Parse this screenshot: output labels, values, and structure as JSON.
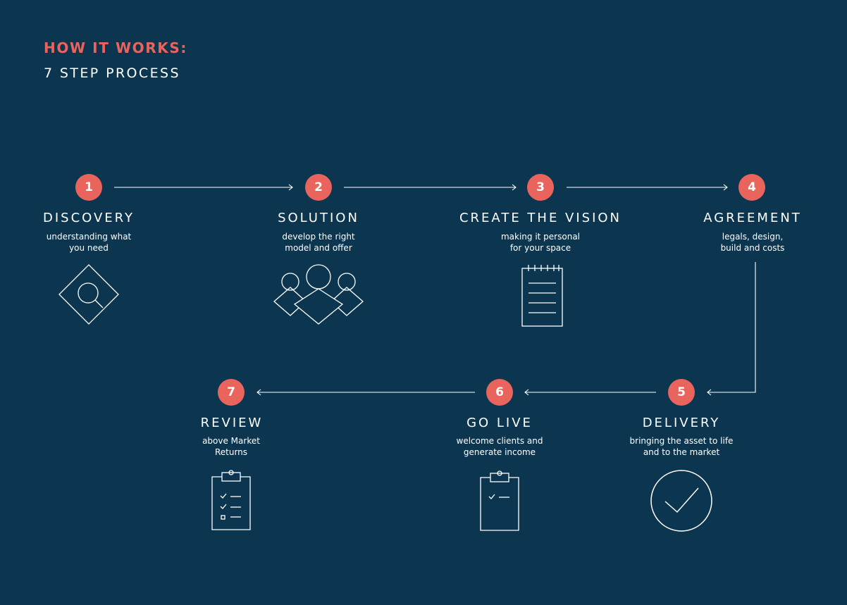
{
  "header": {
    "kicker": "HOW IT WORKS:",
    "title": "7 STEP PROCESS"
  },
  "colors": {
    "background": "#0c3650",
    "accent": "#e9645d",
    "line": "#ffffff"
  },
  "steps": [
    {
      "number": "1",
      "title": "DISCOVERY",
      "description": "understanding what\nyou need",
      "icon": "magnifier-diamond-icon"
    },
    {
      "number": "2",
      "title": "SOLUTION",
      "description": "develop the right\nmodel and offer",
      "icon": "people-group-icon"
    },
    {
      "number": "3",
      "title": "CREATE THE VISION",
      "description": "making it personal\nfor your space",
      "icon": "notepad-icon"
    },
    {
      "number": "4",
      "title": "AGREEMENT",
      "description": "legals, design,\nbuild and costs",
      "icon": "connector-arrow-icon"
    },
    {
      "number": "5",
      "title": "DELIVERY",
      "description": "bringing the asset to life\nand to the market",
      "icon": "checkmark-circle-icon"
    },
    {
      "number": "6",
      "title": "GO LIVE",
      "description": "welcome clients and\ngenerate income",
      "icon": "clipboard-single-check-icon"
    },
    {
      "number": "7",
      "title": "REVIEW",
      "description": "above Market\nReturns",
      "icon": "clipboard-checklist-icon"
    }
  ]
}
